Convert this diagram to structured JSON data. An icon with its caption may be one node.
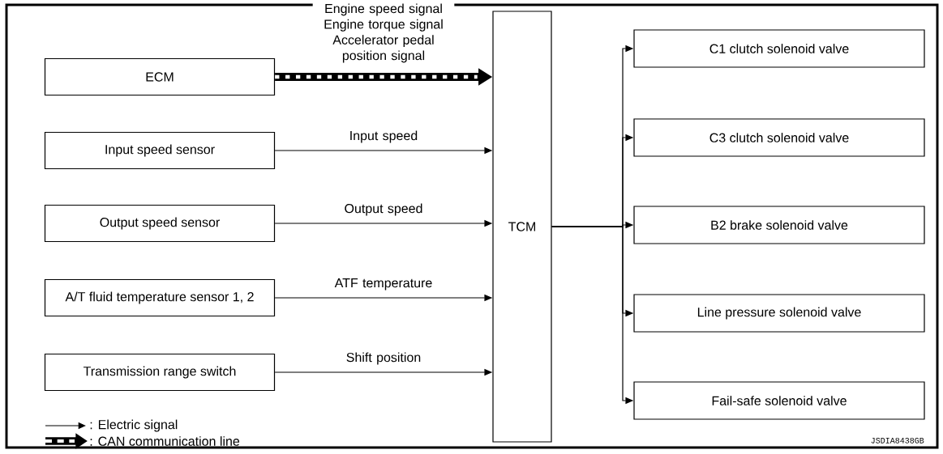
{
  "diagram": {
    "nodes": [
      {
        "text": [
          "ECM"
        ]
      },
      {
        "text": [
          "Input speed sensor"
        ]
      },
      {
        "text": [
          "Output speed sensor"
        ]
      },
      {
        "text": [
          "A/T fluid temperature sensor 1, 2"
        ]
      },
      {
        "text": [
          "Transmission range switch"
        ]
      },
      {
        "text": [
          "TCM"
        ]
      },
      {
        "text": [
          "C1 clutch solenoid valve"
        ]
      },
      {
        "text": [
          "C3 clutch solenoid valve"
        ]
      },
      {
        "text": [
          "B2 brake solenoid valve"
        ]
      },
      {
        "text": [
          "Line pressure solenoid valve"
        ]
      },
      {
        "text": [
          "Fail-safe solenoid valve"
        ]
      }
    ],
    "edges": [
      {
        "from": 0,
        "to": 5,
        "arrow": "to",
        "label": "Engine speed signal Engine torque signal Accelerator pedal position signal",
        "style": "thick"
      },
      {
        "from": 1,
        "to": 5,
        "arrow": "to",
        "label": "Input speed"
      },
      {
        "from": 2,
        "to": 5,
        "arrow": "to",
        "label": "Output speed"
      },
      {
        "from": 3,
        "to": 5,
        "arrow": "to",
        "label": "ATF temperature"
      },
      {
        "from": 4,
        "to": 5,
        "arrow": "to",
        "label": "Shift position"
      },
      {
        "from": 5,
        "to": 6,
        "arrow": "to"
      },
      {
        "from": 5,
        "to": 7,
        "arrow": "to"
      },
      {
        "from": 5,
        "to": 8,
        "arrow": "to"
      },
      {
        "from": 5,
        "to": 9,
        "arrow": "to"
      },
      {
        "from": 5,
        "to": 10,
        "arrow": "to"
      }
    ],
    "labels": [
      "JSDIA8438GB"
    ],
    "legend": [
      {
        "text": ": Electric signal"
      },
      {
        "text": ": CAN communication line"
      }
    ]
  }
}
